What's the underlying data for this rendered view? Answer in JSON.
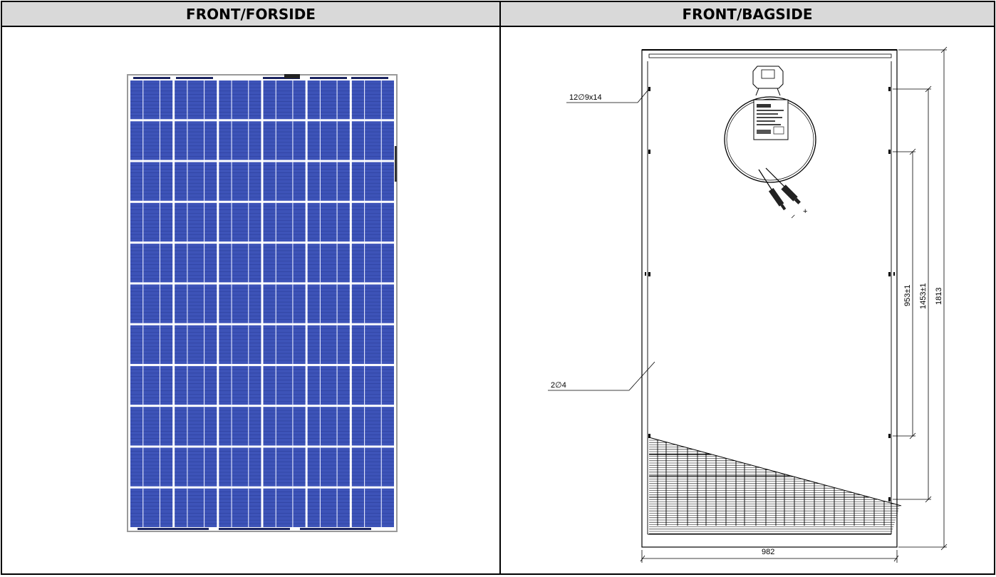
{
  "headers": {
    "left": "FRONT/FORSIDE",
    "right": "FRONT/BAGSIDE"
  },
  "front_panel": {
    "cell_color": "#3d53b8",
    "gridline_color": "#e8ecff",
    "frame_color": "#9a9a9a"
  },
  "back_drawing": {
    "callouts": {
      "mounting_slot": "12∅9x14",
      "ground_hole": "2∅4"
    },
    "dimensions": {
      "width": "982",
      "overall_height": "1813",
      "outer_hole_spacing": "1453±1",
      "inner_hole_spacing": "953±1"
    },
    "polarity": {
      "minus": "–",
      "plus": "+"
    }
  }
}
